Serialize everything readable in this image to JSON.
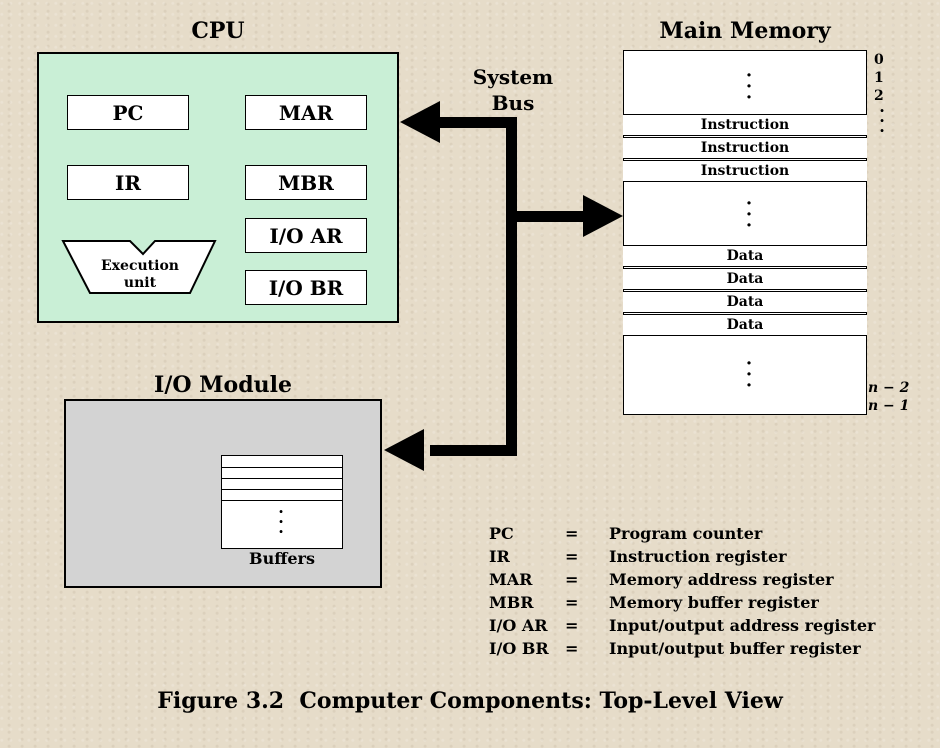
{
  "cpu": {
    "title": "CPU",
    "registers": {
      "pc": "PC",
      "mar": "MAR",
      "ir": "IR",
      "mbr": "MBR",
      "ioar": "I/O AR",
      "iobr": "I/O BR"
    },
    "execution_unit": [
      "Execution",
      "unit"
    ]
  },
  "system_bus": {
    "line1": "System",
    "line2": "Bus"
  },
  "main_memory": {
    "title": "Main Memory",
    "instruction_rows": [
      "Instruction",
      "Instruction",
      "Instruction"
    ],
    "data_rows": [
      "Data",
      "Data",
      "Data",
      "Data"
    ],
    "addresses_top": [
      "0",
      "1",
      "2"
    ],
    "addresses_bottom": [
      "n − 2",
      "n − 1"
    ]
  },
  "io_module": {
    "title": "I/O Module",
    "buffers_label": "Buffers"
  },
  "legend": [
    {
      "abbr": "PC",
      "eq": "=",
      "meaning": "Program counter"
    },
    {
      "abbr": "IR",
      "eq": "=",
      "meaning": "Instruction register"
    },
    {
      "abbr": "MAR",
      "eq": "=",
      "meaning": "Memory address register"
    },
    {
      "abbr": "MBR",
      "eq": "=",
      "meaning": "Memory buffer register"
    },
    {
      "abbr": "I/O AR",
      "eq": "=",
      "meaning": "Input/output address register"
    },
    {
      "abbr": "I/O BR",
      "eq": "=",
      "meaning": "Input/output buffer register"
    }
  ],
  "caption": "Figure 3.2  Computer Components: Top-Level View",
  "colors": {
    "cpu_fill": "#c9efd6",
    "io_fill": "#d3d3d3",
    "background": "#e6dcc9"
  }
}
